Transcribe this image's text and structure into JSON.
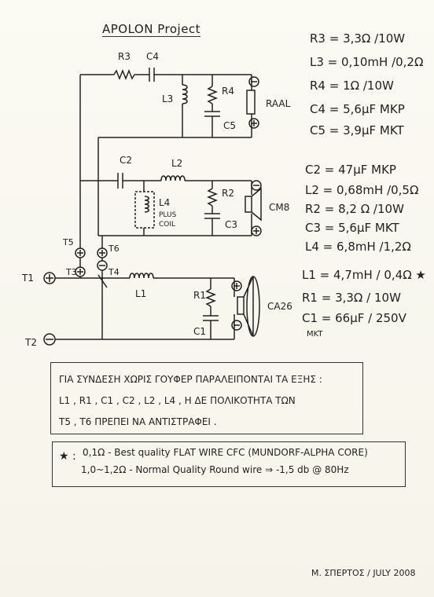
{
  "title": "APOLON Project",
  "specs": {
    "r3": "R3 = 3,3Ω /10W",
    "l3": "L3 = 0,10mH /0,2Ω",
    "r4": "R4 = 1Ω /10W",
    "c4": "C4 = 5,6µF MKP",
    "c5": "C5 = 3,9µF MKT",
    "c2": "C2 = 47µF MKP",
    "l2": "L2 = 0,68mH /0,5Ω",
    "r2": "R2 = 8,2 Ω /10W",
    "c3": "C3 = 5,6µF MKT",
    "l4": "L4 = 6,8mH /1,2Ω",
    "l1": "L1 = 4,7mH / 0,4Ω ★",
    "r1": "R1 = 3,3Ω / 10W",
    "c1": "C1 = 66µF / 250V",
    "c1_type": "MKT"
  },
  "labels": {
    "r3": "R3",
    "c4": "C4",
    "l3": "L3",
    "r4": "R4",
    "c5": "C5",
    "raal": "RAAL",
    "c2": "C2",
    "l2": "L2",
    "l4": "L4",
    "plus": "PLUS",
    "coil": "COIL",
    "r2": "R2",
    "c3": "C3",
    "cm8": "CM8",
    "t5": "T5",
    "t6": "T6",
    "t1": "T1",
    "t3": "T3",
    "t4": "T4",
    "l1": "L1",
    "r1": "R1",
    "c1": "C1",
    "ca26": "CA26",
    "t2": "T2"
  },
  "note1": {
    "line1": "ΓΙΑ ΣΥΝΔΕΣΗ ΧΩΡΙΣ ΓΟΥΦΕΡ ΠΑΡΑΛΕΙΠΟΝΤΑΙ ΤΑ ΕΞΗΣ :",
    "line2": "L1 , R1 , C1 , C2 , L2 , L4 , Η ΔΕ ΠΟΛΙΚΟΤΗΤΑ ΤΩΝ",
    "line3": "T5 , T6 ΠΡΕΠΕΙ ΝΑ ΑΝΤΙΣΤΡΑΦΕΙ ."
  },
  "note2": {
    "star": "★ :",
    "line1": "0,1Ω - Best quality FLAT WIRE CFC (MUNDORF-ALPHA CORE)",
    "line2": "1,0~1,2Ω - Normal Quality Round wire ⇒ -1,5 db @ 80Hz"
  },
  "signature": "Μ. ΣΠΕΡΤΟΣ / JULY 2008"
}
